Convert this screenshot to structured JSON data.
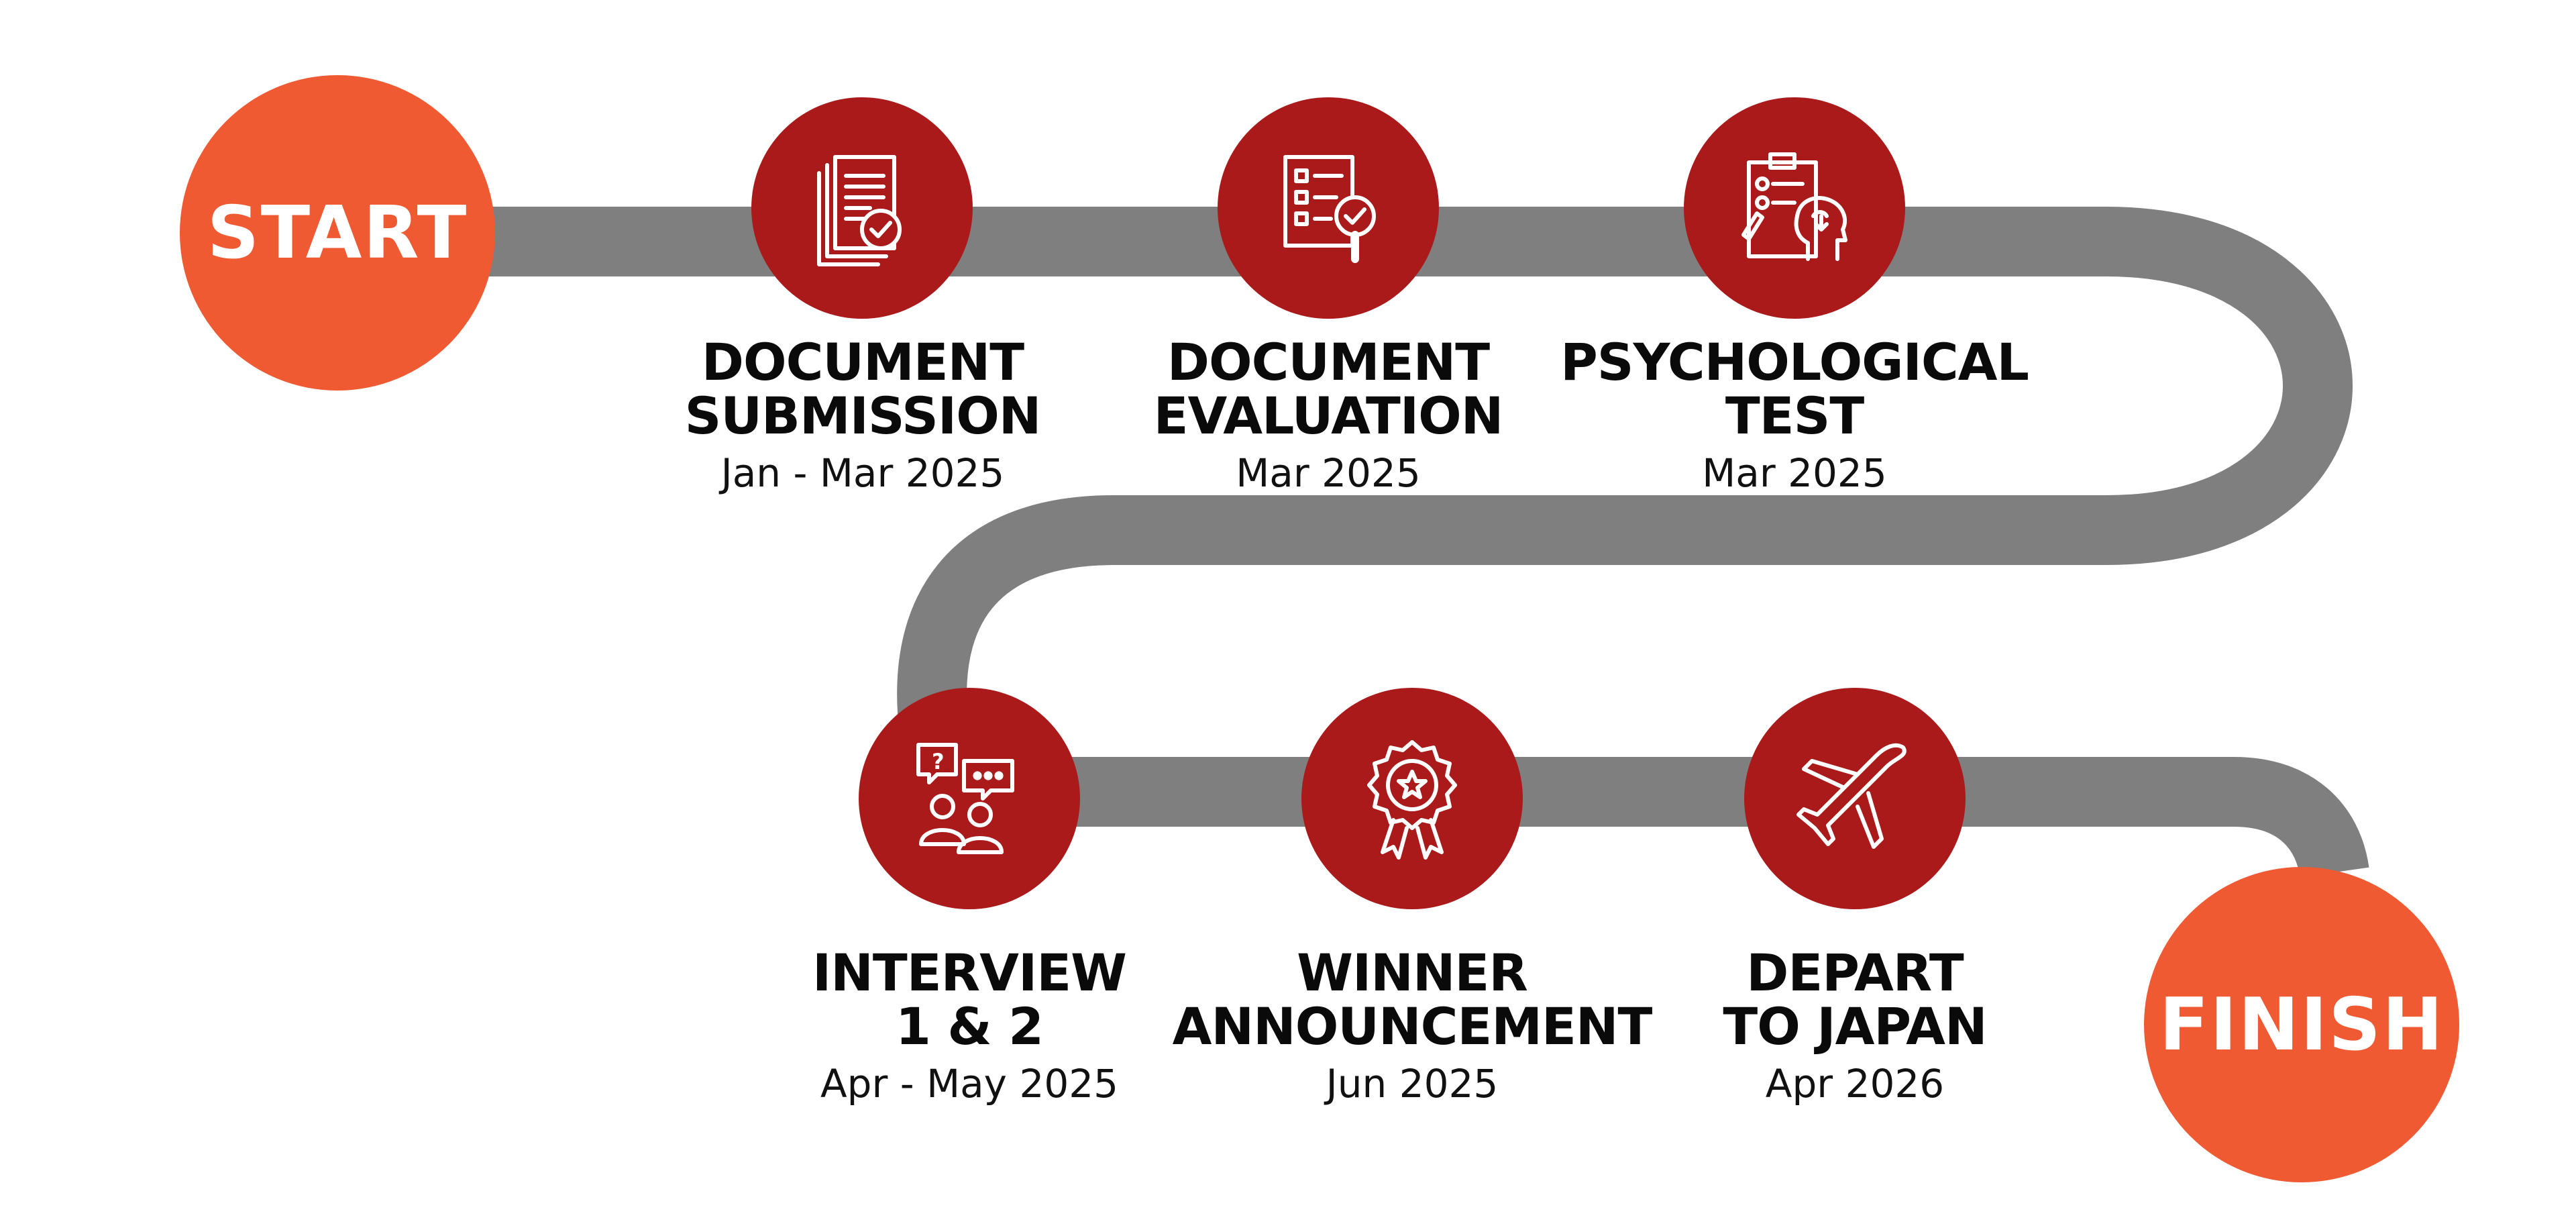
{
  "start_label": "START",
  "finish_label": "FINISH",
  "colors": {
    "road": "#7f7f7f",
    "node": "#ab1a1a",
    "endpoint": "#f05a33",
    "icon": "#ffffff"
  },
  "steps": [
    {
      "title_line1": "DOCUMENT",
      "title_line2": "SUBMISSION",
      "date": "Jan - Mar 2025",
      "icon": "document-check-icon"
    },
    {
      "title_line1": "DOCUMENT",
      "title_line2": "EVALUATION",
      "date": "Mar 2025",
      "icon": "checklist-magnifier-icon"
    },
    {
      "title_line1": "PSYCHOLOGICAL",
      "title_line2": "TEST",
      "date": "Mar 2025",
      "icon": "clipboard-brain-icon"
    },
    {
      "title_line1": "INTERVIEW",
      "title_line2": "1 & 2",
      "date": "Apr - May 2025",
      "icon": "chat-people-icon"
    },
    {
      "title_line1": "WINNER",
      "title_line2": "ANNOUNCEMENT",
      "date": "Jun 2025",
      "icon": "award-ribbon-icon"
    },
    {
      "title_line1": "DEPART",
      "title_line2": "TO JAPAN",
      "date": "Apr 2026",
      "icon": "airplane-icon"
    }
  ]
}
